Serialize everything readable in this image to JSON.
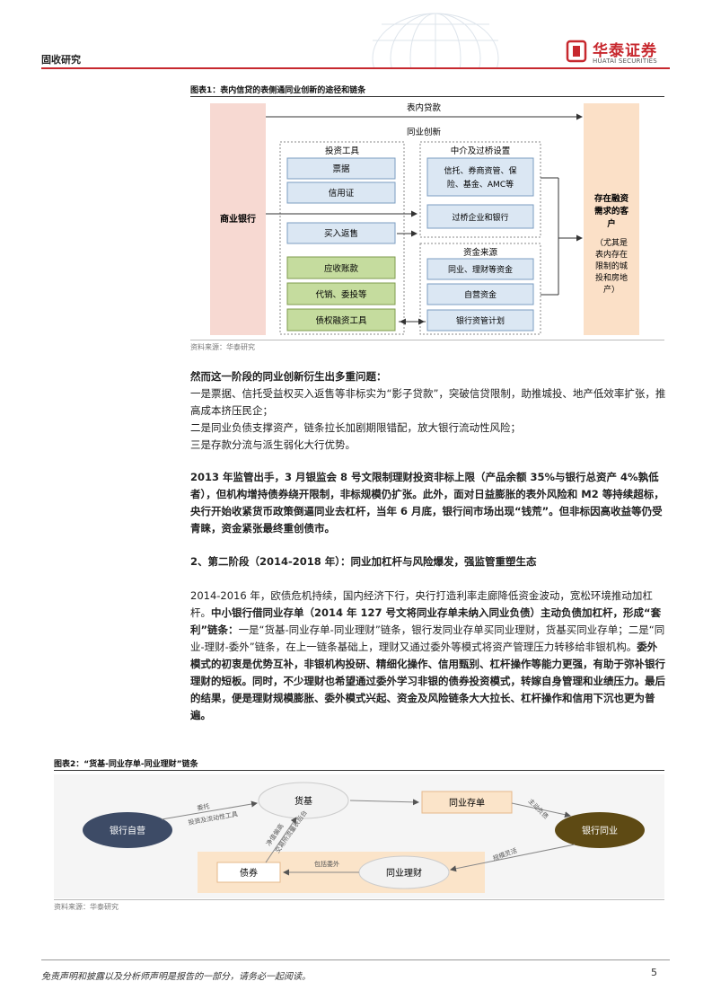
{
  "header": {
    "section_label": "固收研究",
    "brand_cn": "华泰证券",
    "brand_en": "HUATAI SECURITIES"
  },
  "figure1": {
    "caption": "图表1：表内信贷的表侧通同业创新的途径和链条",
    "source": "资料来源：华泰研究",
    "left_box": "商业银行",
    "top_arrow": "表内贷款",
    "innovation_label": "同业创新",
    "tools_title": "投资工具",
    "tools": [
      "票据",
      "信用证",
      "买入返售",
      "应收账款",
      "代销、委投等",
      "债权融资工具"
    ],
    "intermediary_title": "中介及过桥设置",
    "intermediary": [
      "信托、券商资管、保险、基金、AMC等",
      "过桥企业和银行"
    ],
    "funding_title": "资金来源",
    "funding": [
      "同业、理财等资金",
      "自营资金",
      "银行资管计划"
    ],
    "right_box_title": "存在融资需求的客户",
    "right_box_note": "（尤其是表内存在限制的城投和房地产）"
  },
  "body1": {
    "heading": "然而这一阶段的同业创新衍生出多重问题：",
    "lines": [
      "一是票据、信托受益权买入返售等非标实为“影子贷款”，突破信贷限制，助推城投、地产低效率扩张，推高成本挤压民企；",
      "二是同业负债支撑资产，链条拉长加剧期限错配，放大银行流动性风险；",
      "三是存款分流与派生弱化大行优势。"
    ],
    "para2": "2013 年监管出手，3 月银监会 8 号文限制理财投资非标上限（产品余额 35%与银行总资产 4%孰低者），但机构增持债券绕开限制，非标规模仍扩张。此外，面对日益膨胀的表外风险和 M2 等持续超标，央行开始收紧货币政策倒逼同业去杠杆，当年 6 月底，银行间市场出现“钱荒”。但非标因高收益等仍受青睐，资金紧张最终重创债市。"
  },
  "section2": {
    "heading": "2、第二阶段（2014-2018 年）：同业加杠杆与风险爆发，强监管重塑生态",
    "p_normal1": "2014-2016 年，欧债危机持续，国内经济下行，央行打造利率走廊降低资金波动，宽松环境推动加杠杆。",
    "p_bold1": "中小银行借同业存单（2014 年 127 号文将同业存单未纳入同业负债）主动负债加杠杆，形成“套利”链条：",
    "p_normal2": "一是“货基-同业存单-同业理财”链条，银行发同业存单买同业理财，货基买同业存单；二是“同业-理财-委外”链条，在上一链条基础上，理财又通过委外等模式将资产管理压力转移给非银机构。",
    "p_bold2": "委外模式的初衷是优势互补，非银机构投研、精细化操作、信用甄别、杠杆操作等能力更强，有助于弥补银行理财的短板。同时，不少理财也希望通过委外学习非银的债券投资模式，转嫁自身管理和业绩压力。最后的结果，便是理财规模膨胀、委外模式兴起、资金及风险链条大大拉长、杠杆操作和信用下沉也更为普遍。"
  },
  "figure2": {
    "caption": "图表2：“货基-同业存单-同业理财”链条",
    "source": "资料来源：华泰研究",
    "bank_proprietary": "银行自营",
    "money_fund": "货基",
    "interbank_cd": "同业存单",
    "interbank": "银行同业",
    "wealth_mgmt": "同业理财",
    "bonds": "债券",
    "edge_bank_to_fund": "委托",
    "edge_bank_to_fund2": "投资及流动性工具",
    "edge_fund_to_bank": "净值偏高",
    "edge_fund_to_bank2": "交易所流量表后台",
    "edge_cd_to_bank": "主动负债",
    "edge_bank_to_wm": "规模灵活",
    "edge_wm_to_bonds": "包括委外"
  },
  "footer": {
    "disclaimer": "免责声明和披露以及分析师声明是报告的一部分，请务必一起阅读。",
    "page": "5"
  }
}
